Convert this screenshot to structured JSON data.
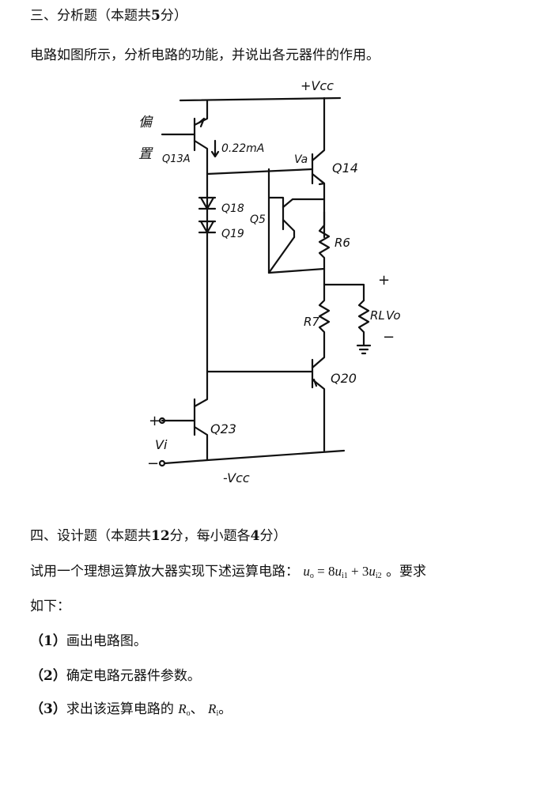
{
  "section3": {
    "heading_prefix": "三、分析题（本题共",
    "heading_points": "5",
    "heading_suffix": "分）",
    "question": "电路如图所示，分析电路的功能，并说出各元器件的作用。"
  },
  "circuit": {
    "vcc_top": "+Vcc",
    "vcc_bottom": "-Vcc",
    "bias_label_1": "偏",
    "bias_label_2": "置",
    "q13a": "Q13A",
    "current": "0.22mA",
    "va": "Va",
    "q14": "Q14",
    "q18": "Q18",
    "q19": "Q19",
    "q5": "Q5",
    "r6": "R6",
    "r7": "R7",
    "rl": "RL",
    "vo": "Vo",
    "plus_out": "+",
    "minus_out": "−",
    "q20": "Q20",
    "q23": "Q23",
    "vi": "Vi",
    "plus_in": "+",
    "minus_in": "−"
  },
  "section4": {
    "heading_prefix": "四、设计题（本题共",
    "heading_points": "12",
    "heading_mid": "分，每小题各",
    "heading_points_each": "4",
    "heading_suffix": "分）",
    "question_prefix": "试用一个理想运算放大器实现下述运算电路：",
    "formula_lhs": "u",
    "formula_lhs_sub": "o",
    "formula_eq": " = 8",
    "formula_t1": "u",
    "formula_t1_sub": "i1",
    "formula_plus": " + 3",
    "formula_t2": "u",
    "formula_t2_sub": "i2",
    "question_suffix": "。要求",
    "question_cont": "如下：",
    "items": [
      {
        "num": "（1）",
        "text": "画出电路图。"
      },
      {
        "num": "（2）",
        "text": "确定电路元器件参数。"
      },
      {
        "num": "（3）",
        "text": "求出该运算电路的"
      }
    ],
    "ro": "R",
    "ro_sub": "o",
    "sep": "、",
    "ri": "R",
    "ri_sub": "i",
    "end": "。"
  }
}
